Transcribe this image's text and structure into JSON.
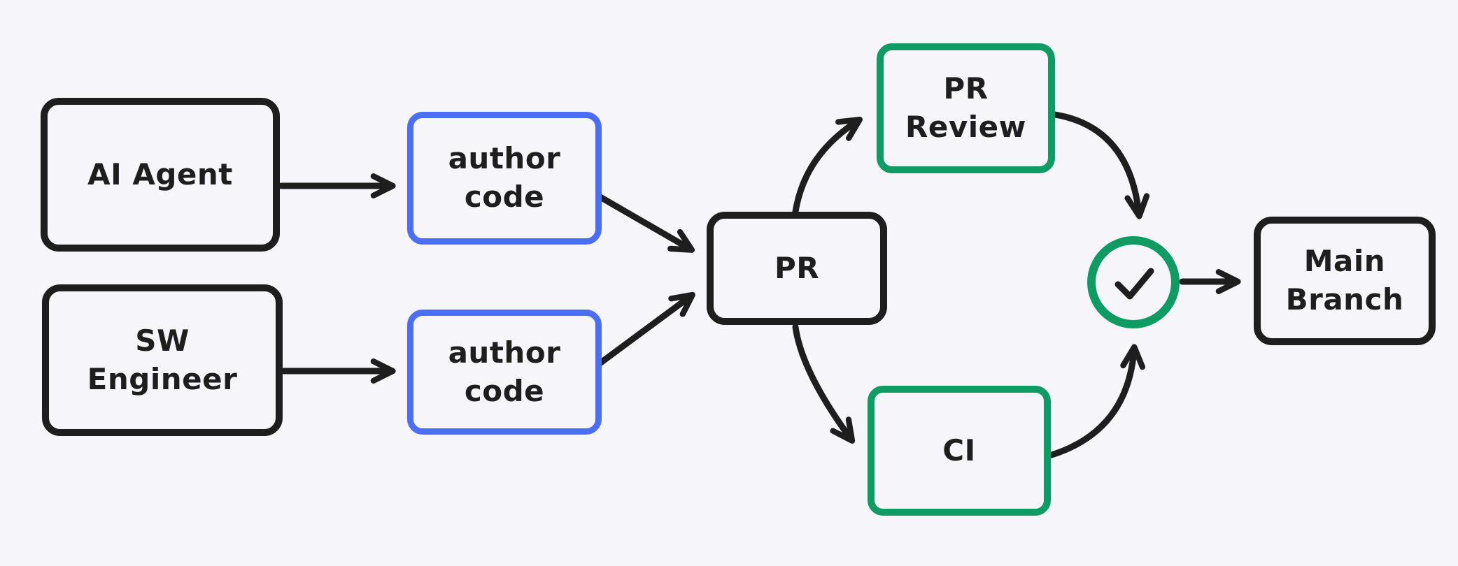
{
  "diagram": {
    "type": "flowchart",
    "style": "hand-drawn (Excalidraw-like)"
  },
  "colors": {
    "background": "#f6f6fa",
    "stroke_black": "#1e1e1e",
    "accent_blue": "#4c6ef5",
    "accent_green": "#0f9b64"
  },
  "nodes": {
    "ai_agent": {
      "label": "AI Agent",
      "border_color": "#1e1e1e"
    },
    "sw_engineer": {
      "label": "SW\nEngineer",
      "border_color": "#1e1e1e"
    },
    "author_code_top": {
      "label": "author\ncode",
      "border_color": "#4c6ef5"
    },
    "author_code_bottom": {
      "label": "author\ncode",
      "border_color": "#4c6ef5"
    },
    "pr": {
      "label": "PR",
      "border_color": "#1e1e1e"
    },
    "pr_review": {
      "label": "PR\nReview",
      "border_color": "#0f9b64"
    },
    "ci": {
      "label": "CI",
      "border_color": "#0f9b64"
    },
    "approval": {
      "icon": "check-icon",
      "border_color": "#0f9b64"
    },
    "main_branch": {
      "label": "Main\nBranch",
      "border_color": "#1e1e1e"
    }
  },
  "edges": [
    {
      "from": "ai-agent",
      "to": "author-code-top"
    },
    {
      "from": "sw-engineer",
      "to": "author-code-bottom"
    },
    {
      "from": "author-code-top",
      "to": "pr"
    },
    {
      "from": "author-code-bottom",
      "to": "pr"
    },
    {
      "from": "pr",
      "to": "pr-review"
    },
    {
      "from": "pr",
      "to": "ci"
    },
    {
      "from": "pr-review",
      "to": "approval"
    },
    {
      "from": "ci",
      "to": "approval"
    },
    {
      "from": "approval",
      "to": "main-branch"
    }
  ]
}
